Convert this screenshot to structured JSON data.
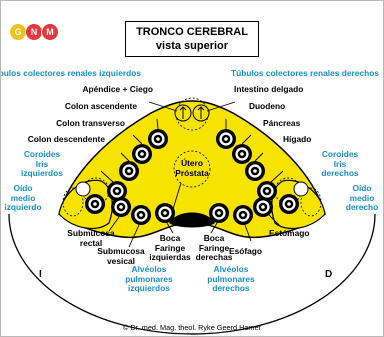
{
  "logo": {
    "letters": [
      "G",
      "N",
      "M"
    ],
    "colors": [
      "#f2c21a",
      "#e8353e",
      "#e8353e"
    ]
  },
  "title": {
    "line1": "TRONCO CEREBRAL",
    "line2": "vista superior"
  },
  "labels": {
    "tubulos_izq": "Túbulos colectores renales izquierdos",
    "tubulos_der": "Túbulos colectores renales derechos",
    "apendice": "Apéndice + Ciego",
    "intestino": "Intestino delgado",
    "colon_asc": "Colon ascendente",
    "duodeno": "Duodeno",
    "colon_trans": "Colon transverso",
    "pancreas": "Páncreas",
    "colon_desc": "Colon descendente",
    "higado": "Hígado",
    "coroides_izq": [
      "Coroides",
      "Iris",
      "izquierdos"
    ],
    "coroides_der": [
      "Coroides",
      "Iris",
      "derechos"
    ],
    "oido_izq": [
      "Oído",
      "medio",
      "izquierdo"
    ],
    "oido_der": [
      "Oído",
      "medio",
      "derecho"
    ],
    "utero": [
      "Útero",
      "Próstata"
    ],
    "submucosa_rectal": [
      "Submucosa",
      "rectal"
    ],
    "submucosa_vesical": [
      "Submucosa",
      "vesical"
    ],
    "boca_izq": [
      "Boca",
      "Faringe",
      "izquierdas"
    ],
    "boca_der": [
      "Boca",
      "Faringe",
      "derechas"
    ],
    "estomago": "Estómago",
    "esofago": "Esófago",
    "alveolos_izq": [
      "Alvéolos",
      "pulmonares",
      "izquierdos"
    ],
    "alveolos_der": [
      "Alvéolos",
      "pulmonares",
      "derechos"
    ]
  },
  "side_left": "I",
  "side_right": "D",
  "copyright": "© Dr. med. Mag. theol. Ryke Geerd Hamer",
  "colors": {
    "brainstem": "#f6e400",
    "accent_blue": "#1a8fc6",
    "outline": "#000000"
  }
}
